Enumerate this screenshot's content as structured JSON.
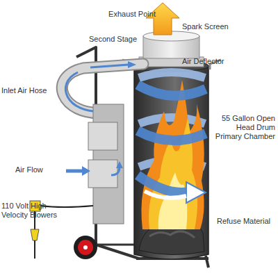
{
  "diagram": {
    "labels": [
      "Exhaust Point",
      "Spark Screen",
      "Second Stage",
      "Air Deflector",
      "Inlet Air Hose",
      "55 Gallon Open Head Drum Primary Chamber",
      "Air Flow",
      "110 Volt High Velocity Blowers",
      "Refuse Material"
    ]
  }
}
